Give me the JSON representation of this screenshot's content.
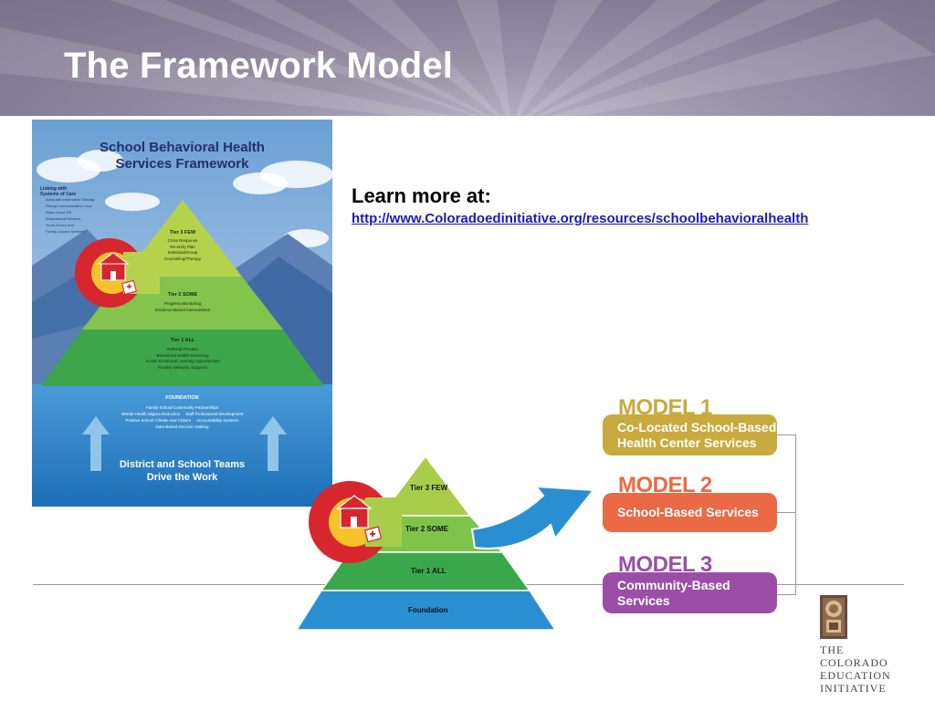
{
  "slide": {
    "title": "The Framework Model"
  },
  "poster": {
    "title_line1": "School Behavioral Health",
    "title_line2": "Services Framework",
    "linking_heading_1": "Linking with",
    "linking_heading_2": "Systems of Care",
    "linking_items": [
      "Adequate Information Sharing",
      "Strong Communication Loop",
      "Warm Hand-Off",
      "Wraparound Services",
      "Youth-Driven and",
      "Family-Guided Services"
    ],
    "tier3_label": "Tier 3 FEW",
    "tier3_items": [
      "Crisis Response",
      "Re-entry Plan",
      "Individual/Group",
      "Counseling/Therapy"
    ],
    "tier2_label": "Tier 2 SOME",
    "tier2_items": [
      "Progress Monitoring",
      "Evidence-Based Interventions"
    ],
    "tier1_label": "Tier 1 ALL",
    "tier1_items": [
      "Referral Process",
      "Behavioral Health Screening",
      "Social, Emotional Learning Opportunities",
      "Positive Behavior Supports"
    ],
    "foundation_label": "FOUNDATION",
    "foundation_line1": "Family-School-Community Partnerships",
    "foundation_line2a": "Mental Health Stigma Reduction",
    "foundation_line2b": "Staff Professional Development",
    "foundation_line3a": "Positive School Climate and Culture",
    "foundation_line3b": "Accountability Systems",
    "foundation_line4": "Data-Based Decision Making",
    "footer_line1": "District and School Teams",
    "footer_line2": "Drive the Work"
  },
  "learn_more": {
    "label": "Learn more at:",
    "url": "http://www.Coloradoedinitiative.org/resources/schoolbehavioralhealth"
  },
  "small_pyramid": {
    "tier3": "Tier 3 FEW",
    "tier2": "Tier 2 SOME",
    "tier1": "Tier 1 ALL",
    "foundation": "Foundation"
  },
  "models": [
    {
      "heading": "MODEL 1",
      "line1": "Co-Located School-Based",
      "line2": "Health Center Services",
      "color": "#c9aa3e"
    },
    {
      "heading": "MODEL 2",
      "line1": "School-Based Services",
      "line2": "",
      "color": "#ea6a45"
    },
    {
      "heading": "MODEL 3",
      "line1": "Community-Based",
      "line2": "Services",
      "color": "#9c4ea7"
    }
  ],
  "logo": {
    "line1": "THE",
    "line2": "COLORADO",
    "line3": "EDUCATION",
    "line4": "INITIATIVE"
  },
  "colors": {
    "header": "#857d95",
    "tier3": "#a9cd4a",
    "tier2": "#7ec34a",
    "tier1": "#3aa84a",
    "foundation": "#2a8fd0",
    "arrow": "#2a8fd0",
    "colorado_red": "#d7262e",
    "colorado_yellow": "#f6c22a"
  },
  "icons": [
    "colorado-c-logo-icon",
    "schoolhouse-icon",
    "first-aid-kit-icon",
    "arrow-right-icon",
    "up-arrow-icon",
    "cei-logo-icon"
  ]
}
